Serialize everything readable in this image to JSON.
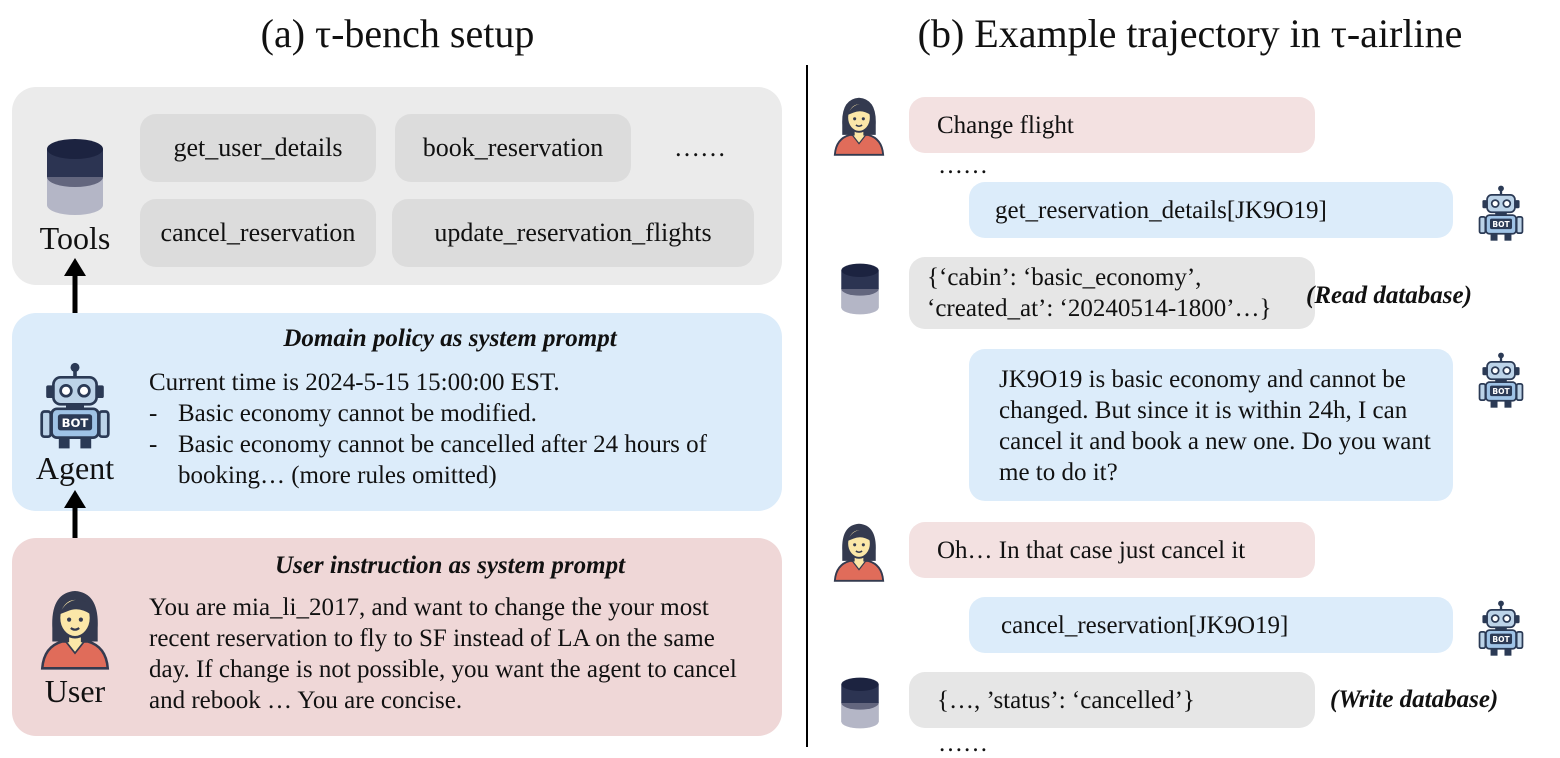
{
  "left_panel": {
    "title": "(a) τ-bench setup",
    "tools": {
      "label": "Tools",
      "icon": "database-icon",
      "items": [
        "get_user_details",
        "book_reservation",
        "……",
        "cancel_reservation",
        "update_reservation_flights"
      ]
    },
    "agent": {
      "label": "Agent",
      "icon": "robot-icon",
      "heading": "Domain policy as system prompt",
      "intro": "Current time is 2024-5-15 15:00:00 EST.",
      "rules": [
        "Basic economy cannot be modified.",
        "Basic economy cannot be cancelled after 24 hours of booking… (more rules omitted)"
      ],
      "bullet": "-"
    },
    "user": {
      "label": "User",
      "icon": "user-avatar-icon",
      "heading": "User instruction as system prompt",
      "text": "You are mia_li_2017, and want to change the your most recent reservation to fly to SF instead of LA on the same day. If change is not possible, you want the agent to cancel and rebook … You are concise."
    },
    "colors": {
      "tools_bg": "#ebebeb",
      "agent_bg": "#dcecfa",
      "user_bg": "#efd7d7"
    }
  },
  "right_panel": {
    "title": "(b) Example trajectory in τ-airline",
    "messages": [
      {
        "role": "user",
        "text": "Change flight"
      },
      {
        "role": "ellipsis",
        "text": "……"
      },
      {
        "role": "agent",
        "text": "get_reservation_details[JK9O19]"
      },
      {
        "role": "database",
        "text": "{‘cabin’: ‘basic_economy’, ‘created_at’: ‘20240514-1800’…}",
        "note": "(Read database)"
      },
      {
        "role": "agent",
        "text": "JK9O19 is basic economy and cannot be changed. But since it is within 24h, I can cancel it and book a new one. Do you want me to do it?"
      },
      {
        "role": "user",
        "text": "Oh… In that case just cancel it"
      },
      {
        "role": "agent",
        "text": "cancel_reservation[JK9O19]"
      },
      {
        "role": "database",
        "text": "{…, ’status’: ‘cancelled’}",
        "note": "(Write database)"
      },
      {
        "role": "ellipsis",
        "text": "……"
      }
    ]
  }
}
